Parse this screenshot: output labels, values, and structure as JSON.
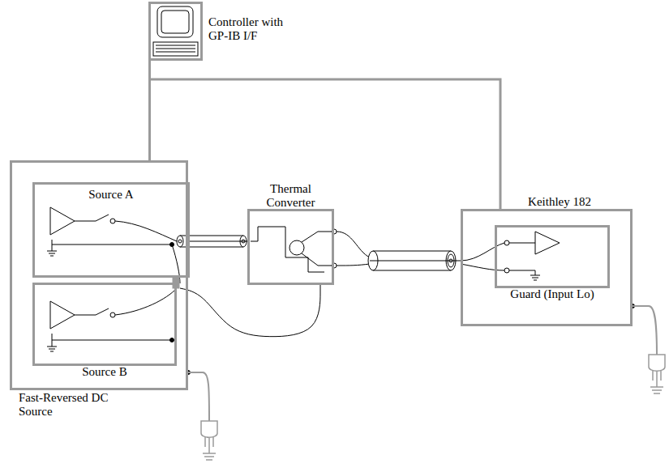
{
  "diagram": {
    "nodes": [
      {
        "text": [
          "Controller with GP-IB I/F"
        ]
      },
      {
        "text": [
          "Fast-Reversed DC Source"
        ]
      },
      {
        "text": [
          "Source A"
        ],
        "in": 1
      },
      {
        "text": [
          "Source B"
        ],
        "in": 1
      },
      {
        "text": [
          "Thermal Converter"
        ]
      },
      {
        "text": [
          "Keithley 182"
        ]
      },
      {
        "text": [
          "Guard (Input Lo)"
        ],
        "in": 5
      }
    ],
    "edges": [
      {
        "from": 0,
        "to": 1,
        "arrow": "none"
      },
      {
        "from": 0,
        "to": 5,
        "arrow": "none"
      },
      {
        "from": 2,
        "to": 4,
        "arrow": "none"
      },
      {
        "from": 3,
        "to": 4,
        "arrow": "none"
      },
      {
        "from": 4,
        "to": 5,
        "arrow": "none"
      }
    ]
  }
}
